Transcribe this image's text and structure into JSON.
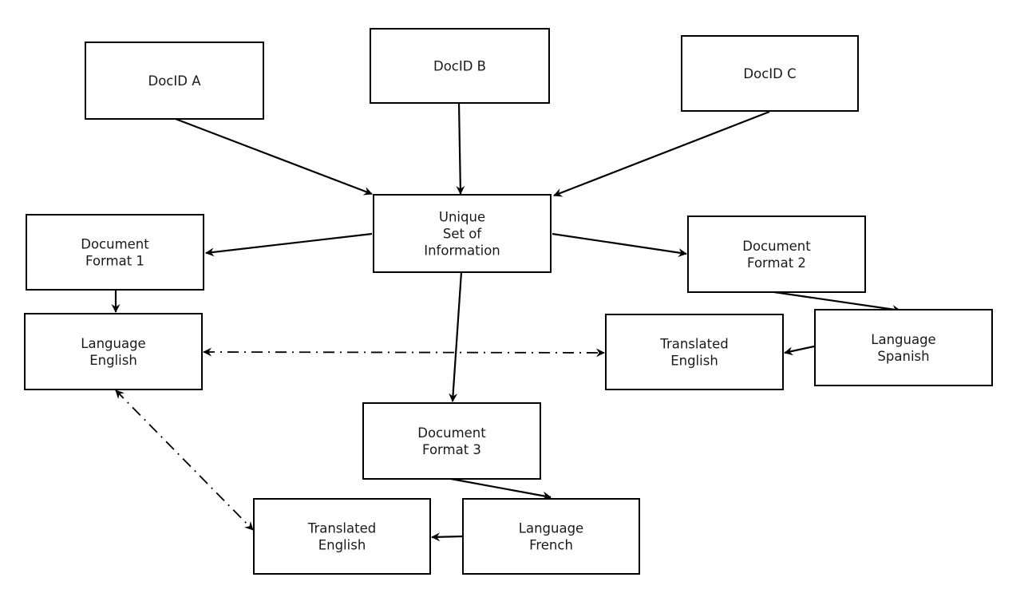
{
  "diagram": {
    "nodes": [
      {
        "id": "docA",
        "lines": [
          "DocID A"
        ]
      },
      {
        "id": "docB",
        "lines": [
          "DocID B"
        ]
      },
      {
        "id": "docC",
        "lines": [
          "DocID C"
        ]
      },
      {
        "id": "unique",
        "lines": [
          "Unique",
          "Set of",
          "Information"
        ]
      },
      {
        "id": "fmt1",
        "lines": [
          "Document",
          "Format 1"
        ]
      },
      {
        "id": "fmt2",
        "lines": [
          "Document",
          "Format 2"
        ]
      },
      {
        "id": "fmt3",
        "lines": [
          "Document",
          "Format 3"
        ]
      },
      {
        "id": "langEn",
        "lines": [
          "Language",
          "English"
        ]
      },
      {
        "id": "langEs",
        "lines": [
          "Language",
          "Spanish"
        ]
      },
      {
        "id": "langFr",
        "lines": [
          "Language",
          "French"
        ]
      },
      {
        "id": "trEn1",
        "lines": [
          "Translated",
          "English"
        ]
      },
      {
        "id": "trEn2",
        "lines": [
          "Translated",
          "English"
        ]
      }
    ],
    "edges": [
      {
        "from": "docA",
        "to": "unique",
        "style": "solid"
      },
      {
        "from": "docB",
        "to": "unique",
        "style": "solid"
      },
      {
        "from": "docC",
        "to": "unique",
        "style": "solid"
      },
      {
        "from": "unique",
        "to": "fmt1",
        "style": "solid"
      },
      {
        "from": "unique",
        "to": "fmt2",
        "style": "solid"
      },
      {
        "from": "unique",
        "to": "fmt3",
        "style": "solid"
      },
      {
        "from": "fmt1",
        "to": "langEn",
        "style": "solid"
      },
      {
        "from": "fmt2",
        "to": "langEs",
        "style": "solid"
      },
      {
        "from": "langEs",
        "to": "trEn1",
        "style": "solid"
      },
      {
        "from": "fmt3",
        "to": "langFr",
        "style": "solid"
      },
      {
        "from": "langFr",
        "to": "trEn2",
        "style": "solid"
      },
      {
        "from": "langEn",
        "to": "trEn1",
        "style": "dash-dot",
        "bidirectional": true
      },
      {
        "from": "langEn",
        "to": "trEn2",
        "style": "dash-dot",
        "bidirectional": true
      }
    ]
  }
}
